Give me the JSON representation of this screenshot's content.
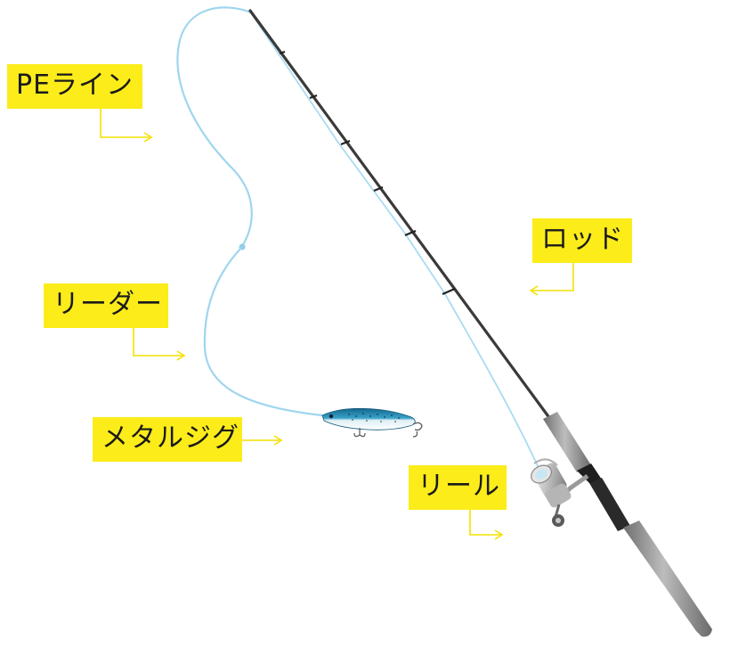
{
  "labels": {
    "pe_line": "PEライン",
    "leader": "リーダー",
    "metal_jig": "メタルジグ",
    "reel": "リール",
    "rod": "ロッド"
  },
  "colors": {
    "label_bg": "#fcec1a",
    "arrow": "#f4e000",
    "line": "#9fd6ee",
    "rod_blank": "#3a3a3a",
    "grip": "#9a9a9a",
    "lure_back": "#1f7fa8",
    "lure_belly": "#eef6f8"
  }
}
